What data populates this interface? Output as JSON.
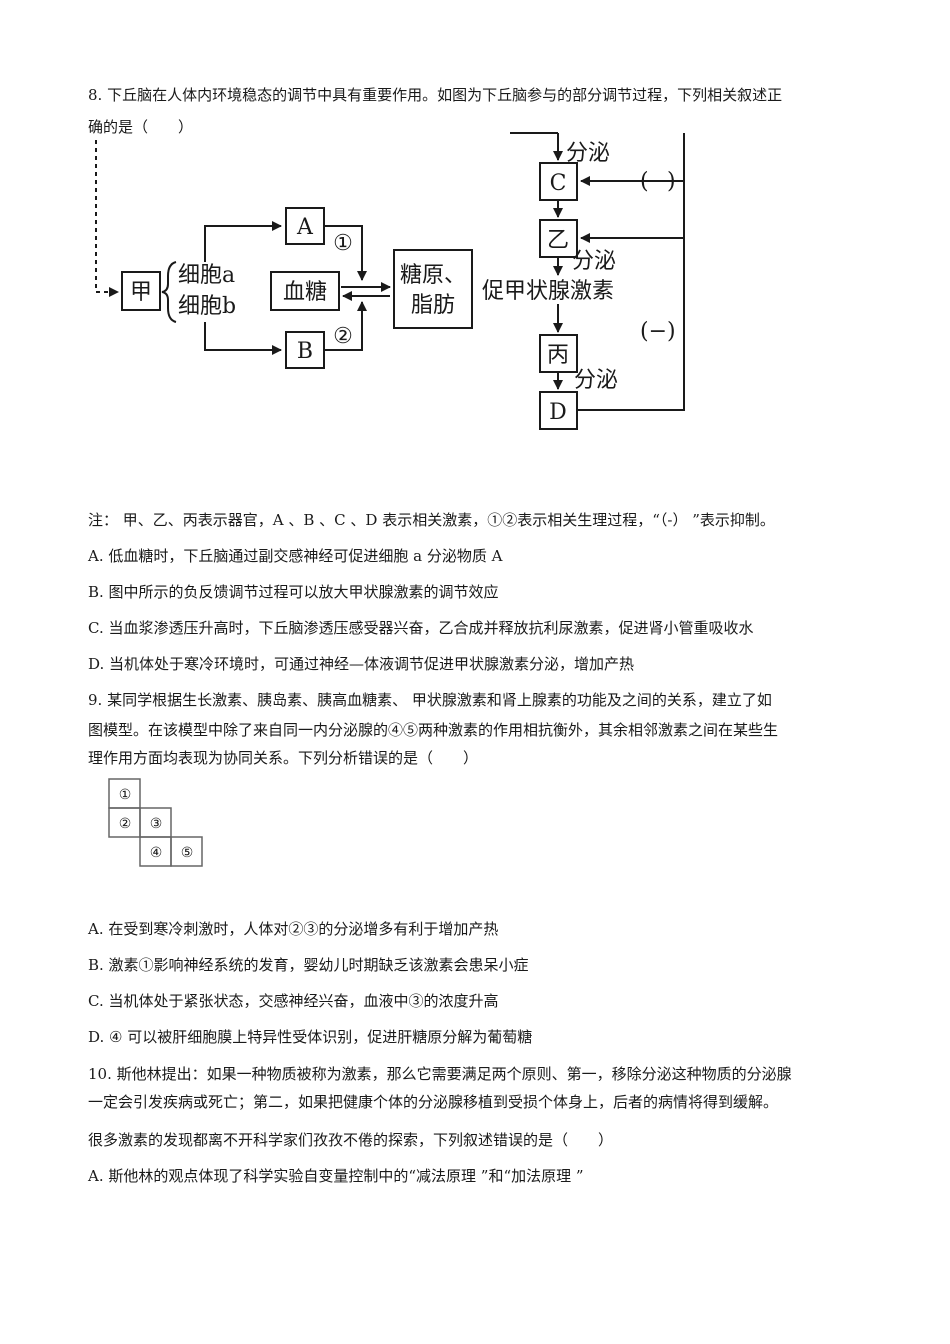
{
  "q8": {
    "stem_line1": "8. 下丘脑在人体内环境稳态的调节中具有重要作用。如图为下丘脑参与的部分调节过程，下列相关叙述正",
    "stem_line2": "确的是（　　）",
    "diagram": {
      "jia": "甲",
      "cell_a": "细胞a",
      "cell_b": "细胞b",
      "A": "A",
      "B": "B",
      "C": "C",
      "D": "D",
      "circ1": "①",
      "circ2": "②",
      "blood_sugar": "血糖",
      "glycogen_line1": "糖原、",
      "glycogen_line2": "脂肪",
      "secrete_top": "分泌",
      "yi": "乙",
      "secrete_mid": "分泌",
      "tsh": "促甲状腺激素",
      "bing": "丙",
      "secrete_bottom": "分泌",
      "neg1": "(−)",
      "neg2": "(−)"
    },
    "note": "注：  甲、乙、丙表示器官，A 、B 、C 、D 表示相关激素，①②表示相关生理过程，“（-）  ”表示抑制。",
    "options": [
      "A.  低血糖时，下丘脑通过副交感神经可促进细胞  a 分泌物质  A",
      "B.  图中所示的负反馈调节过程可以放大甲状腺激素的调节效应",
      "C.  当血浆渗透压升高时，下丘脑渗透压感受器兴奋，乙合成并释放抗利尿激素，促进肾小管重吸收水",
      "D.  当机体处于寒冷环境时，可通过神经—体液调节促进甲状腺激素分泌，增加产热"
    ]
  },
  "q9": {
    "stem_line1": "9.  某同学根据生长激素、胰岛素、胰高血糖素、  甲状腺激素和肾上腺素的功能及之间的关系，建立了如",
    "stem_line2": "图模型。在该模型中除了来自同一内分泌腺的④⑤两种激素的作用相抗衡外，其余相邻激素之间在某些生",
    "stem_line3": "理作用方面均表现为协同关系。下列分析错误的是（　　）",
    "grid": [
      "①",
      "②",
      "③",
      "④",
      "⑤"
    ],
    "options": [
      "A.  在受到寒冷刺激时，人体对②③的分泌增多有利于增加产热",
      "B.  激素①影响神经系统的发育，婴幼儿时期缺乏该激素会患呆小症",
      "C.  当机体处于紧张状态，交感神经兴奋，血液中③的浓度升高",
      "D. ④ 可以被肝细胞膜上特异性受体识别，促进肝糖原分解为葡萄糖"
    ]
  },
  "q10": {
    "stem_line1": "10.  斯他林提出：如果一种物质被称为激素，那么它需要满足两个原则、第一，移除分泌这种物质的分泌腺",
    "stem_line2": "一定会引发疾病或死亡；第二，如果把健康个体的分泌腺移植到受损个体身上，后者的病情将得到缓解。",
    "stem_line3": "很多激素的发现都离不开科学家们孜孜不倦的探索，下列叙述错误的是（　　）",
    "option_a": "A.  斯他林的观点体现了科学实验自变量控制中的“减法原理  ”和“加法原理  ”"
  }
}
